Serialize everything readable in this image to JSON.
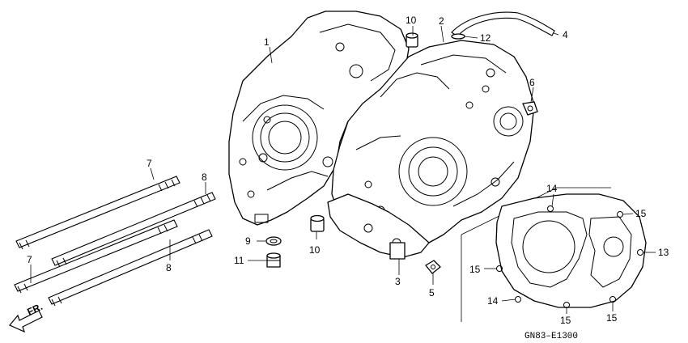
{
  "diagram": {
    "callouts": [
      {
        "id": "c1",
        "text": "1"
      },
      {
        "id": "c2",
        "text": "2"
      },
      {
        "id": "c3",
        "text": "3"
      },
      {
        "id": "c4",
        "text": "4"
      },
      {
        "id": "c5",
        "text": "5"
      },
      {
        "id": "c6",
        "text": "6"
      },
      {
        "id": "c7a",
        "text": "7"
      },
      {
        "id": "c7b",
        "text": "7"
      },
      {
        "id": "c8a",
        "text": "8"
      },
      {
        "id": "c8b",
        "text": "8"
      },
      {
        "id": "c9",
        "text": "9"
      },
      {
        "id": "c10a",
        "text": "10"
      },
      {
        "id": "c10b",
        "text": "10"
      },
      {
        "id": "c11",
        "text": "11"
      },
      {
        "id": "c12",
        "text": "12"
      },
      {
        "id": "c13",
        "text": "13"
      },
      {
        "id": "c14a",
        "text": "14"
      },
      {
        "id": "c14b",
        "text": "14"
      },
      {
        "id": "c15a",
        "text": "15"
      },
      {
        "id": "c15b",
        "text": "15"
      },
      {
        "id": "c15c",
        "text": "15"
      },
      {
        "id": "c15d",
        "text": "15"
      }
    ],
    "direction_label": "FR.",
    "diagram_code": "GN83–E1300"
  }
}
